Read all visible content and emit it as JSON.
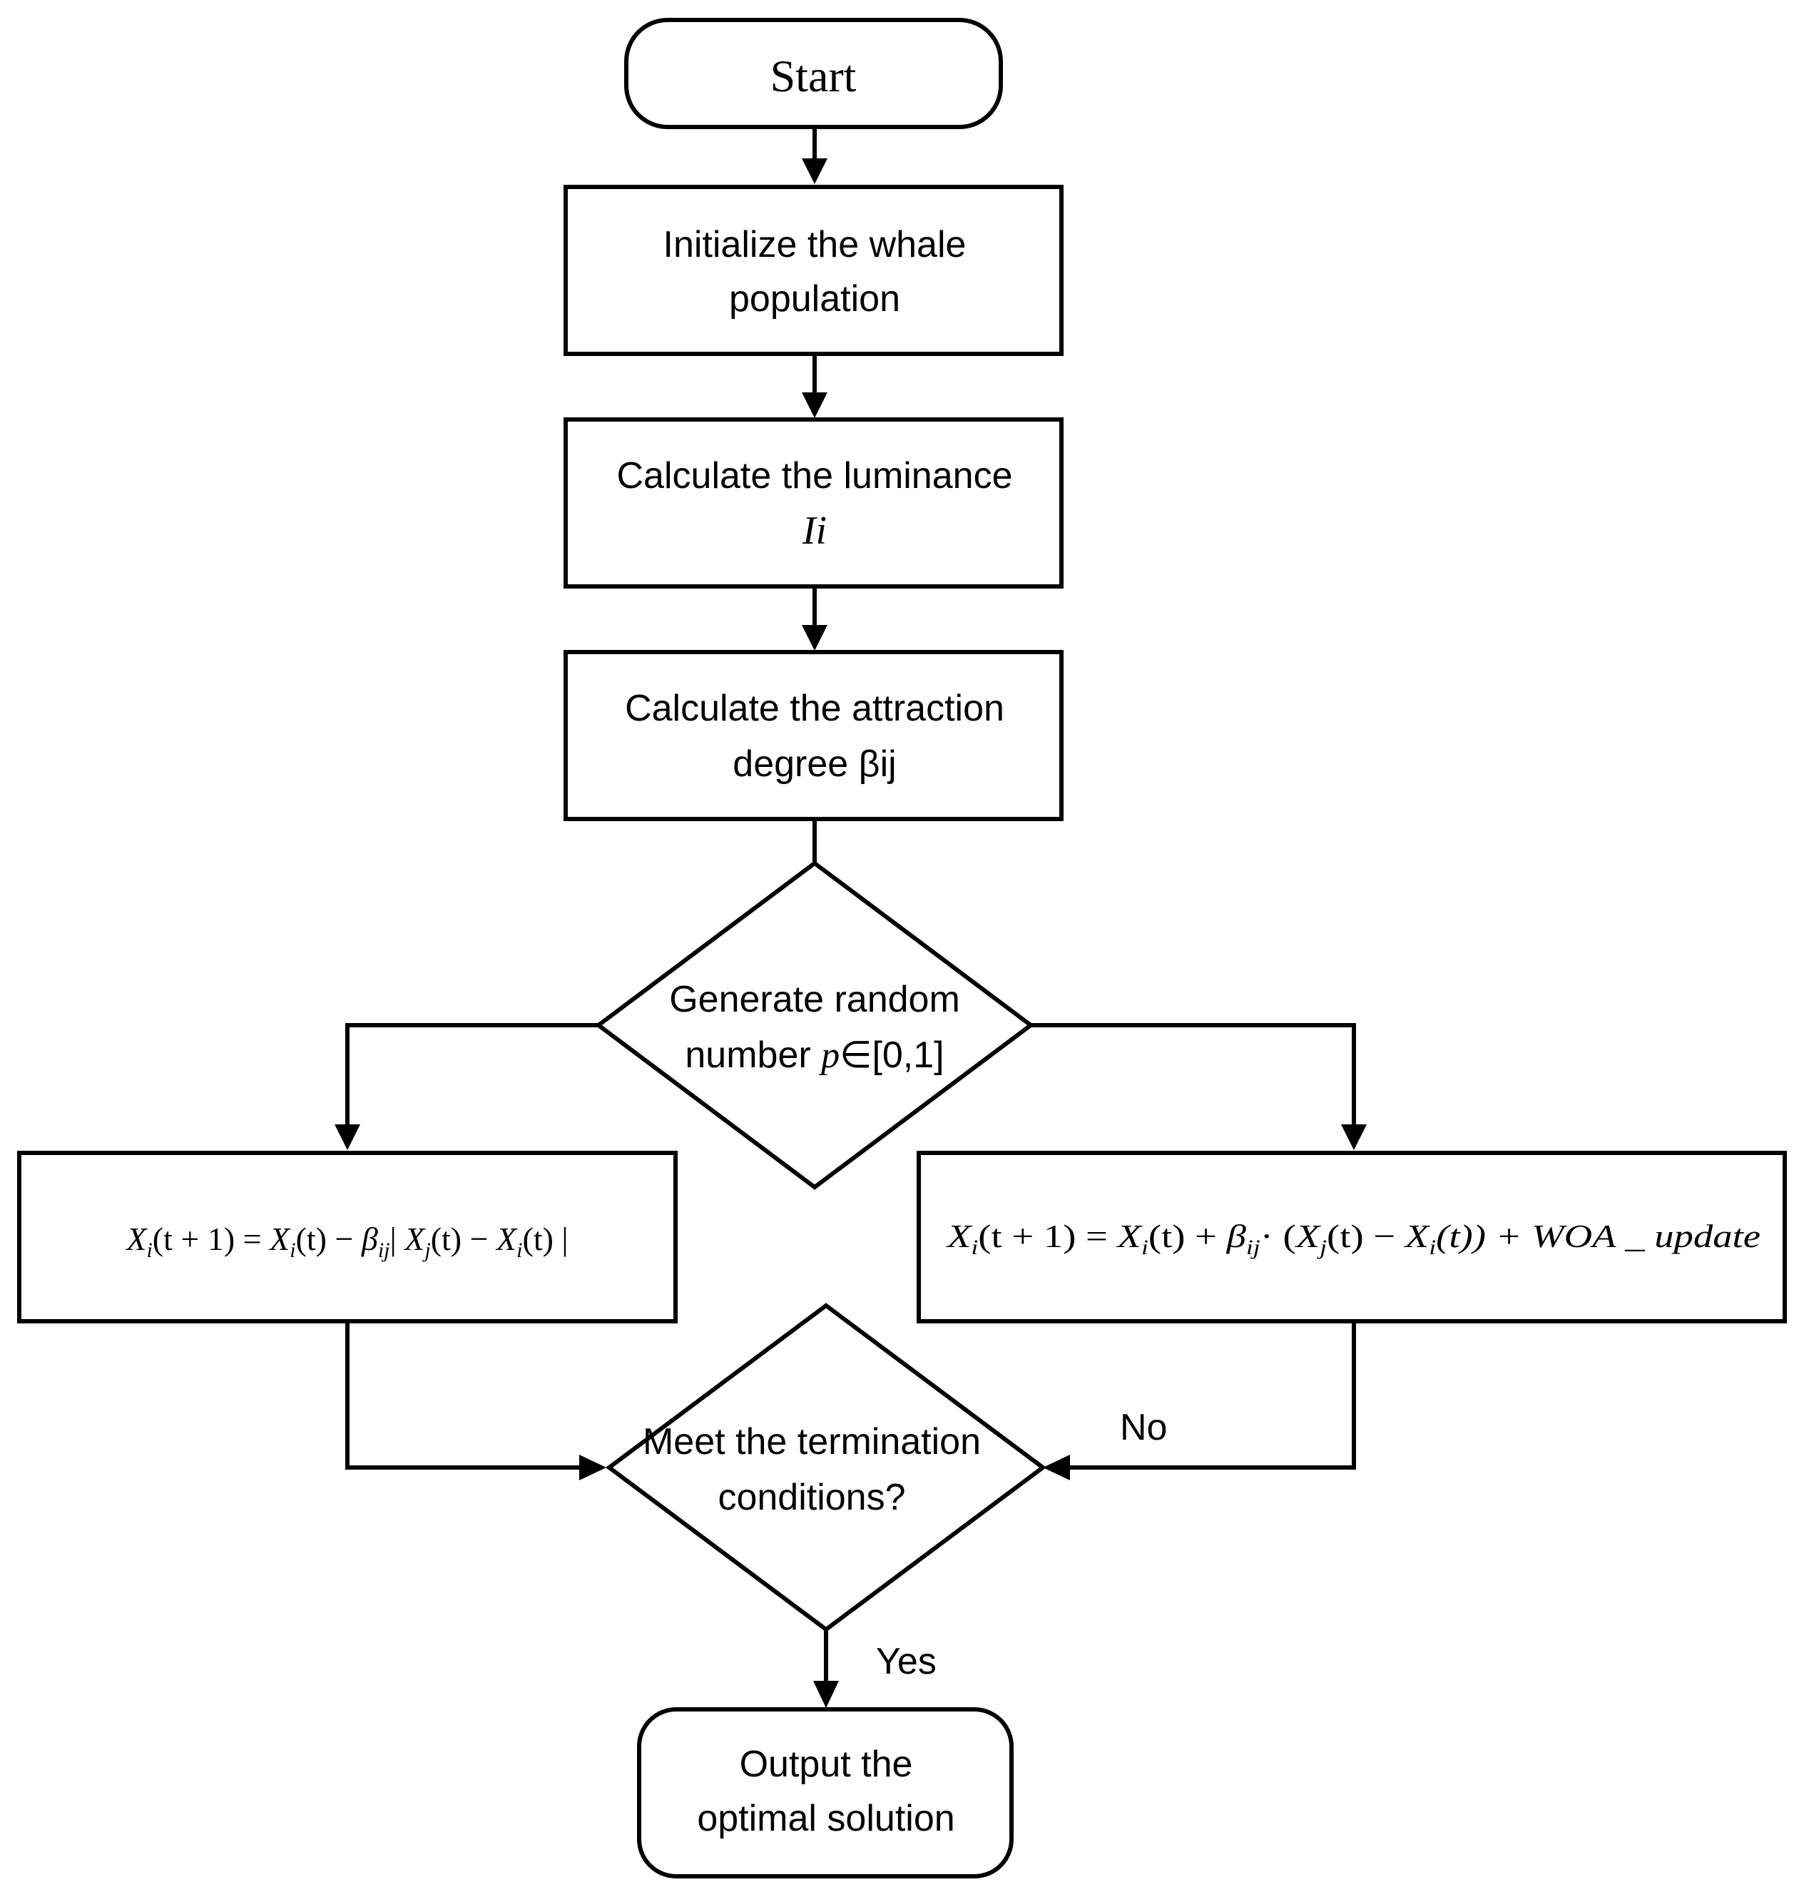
{
  "nodes": {
    "start": {
      "label": "Start"
    },
    "init": {
      "line1": "Initialize the whale",
      "line2": "population"
    },
    "luminance": {
      "line1": "Calculate the luminance",
      "line2": "Ii"
    },
    "attraction": {
      "line1": "Calculate the attraction",
      "line2": "degree βij"
    },
    "random": {
      "line1": "Generate random",
      "line2_prefix": "number ",
      "line2_var": "p",
      "line2_suffix": "∈[0,1]"
    },
    "formula_left": {
      "X": "X",
      "i": "i",
      "t1": "(t + 1) = ",
      "X2": "X",
      "i2": "i",
      "t2": "(t) − ",
      "beta": "β",
      "ij": "ij",
      "bar1": "| ",
      "X3": "X",
      "j": "j",
      "t3": "(t) − ",
      "X4": "X",
      "i4": "i",
      "t4": "(t) |"
    },
    "formula_right": {
      "X": "X",
      "i": "i",
      "t1": "(t + 1) = ",
      "X2": "X",
      "i2": "i",
      "t2": "(t) + ",
      "beta": "β",
      "ij": "ij",
      "dot": "· (",
      "X3": "X",
      "j": "j",
      "t3": "(t) − ",
      "X4": "X",
      "i4": "i",
      "t4": "(t)) + WOA _ update"
    },
    "termination": {
      "line1": "Meet the termination",
      "line2": "conditions?"
    },
    "output": {
      "line1": "Output the",
      "line2": "optimal solution"
    }
  },
  "edge_labels": {
    "no": "No",
    "yes": "Yes"
  },
  "colors": {
    "stroke": "#000000",
    "fill": "#ffffff"
  }
}
